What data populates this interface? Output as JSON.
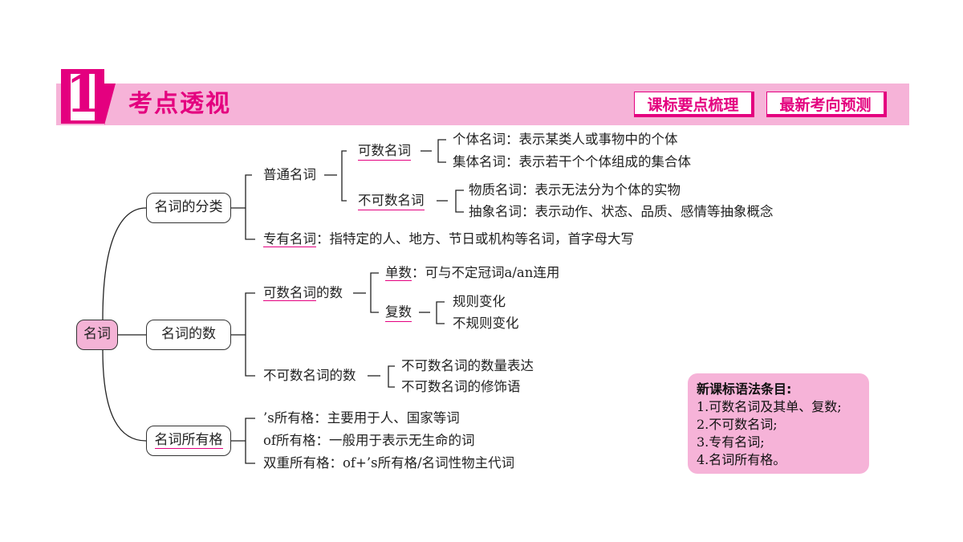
{
  "header": {
    "number": "1",
    "title": "考点透视",
    "tags": [
      "课标要点梳理",
      "最新考向预测"
    ],
    "accent_color": "#e4007f",
    "bar_color": "#f6b3d8"
  },
  "mindmap": {
    "root": "名词",
    "branch_1": {
      "label": "名词的分类",
      "common": "普通名词",
      "countable": "可数名词",
      "countable_items": [
        "个体名词：表示某类人或事物中的个体",
        "集体名词：表示若干个个体组成的集合体"
      ],
      "uncountable": "不可数名词",
      "uncountable_items": [
        "物质名词：表示无法分为个体的实物",
        "抽象名词：表示动作、状态、品质、感情等抽象概念"
      ],
      "proper_label": "专有名词",
      "proper_desc": "：指特定的人、地方、节日或机构等名词，首字母大写"
    },
    "branch_2": {
      "label": "名词的数",
      "countable_num": "可数名词",
      "countable_num_suffix": "的数",
      "singular_label": "单数",
      "singular_desc": "：可与不定冠词a/an连用",
      "plural_label": "复数",
      "plural_items": [
        "规则变化",
        "不规则变化"
      ],
      "uncountable_num": "不可数名词的数",
      "uncountable_items": [
        "不可数名词的数量表达",
        "不可数名词的修饰语"
      ]
    },
    "branch_3": {
      "label": "名词所有格",
      "items": [
        "’s所有格：主要用于人、国家等词",
        "of所有格：一般用于表示无生命的词",
        "双重所有格：of+’s所有格/名词性物主代词"
      ]
    }
  },
  "note": {
    "title": "新课标语法条目:",
    "lines": [
      "1.可数名词及其单、复数;",
      "2.不可数名词;",
      "3.专有名词;",
      "4.名词所有格。"
    ]
  }
}
